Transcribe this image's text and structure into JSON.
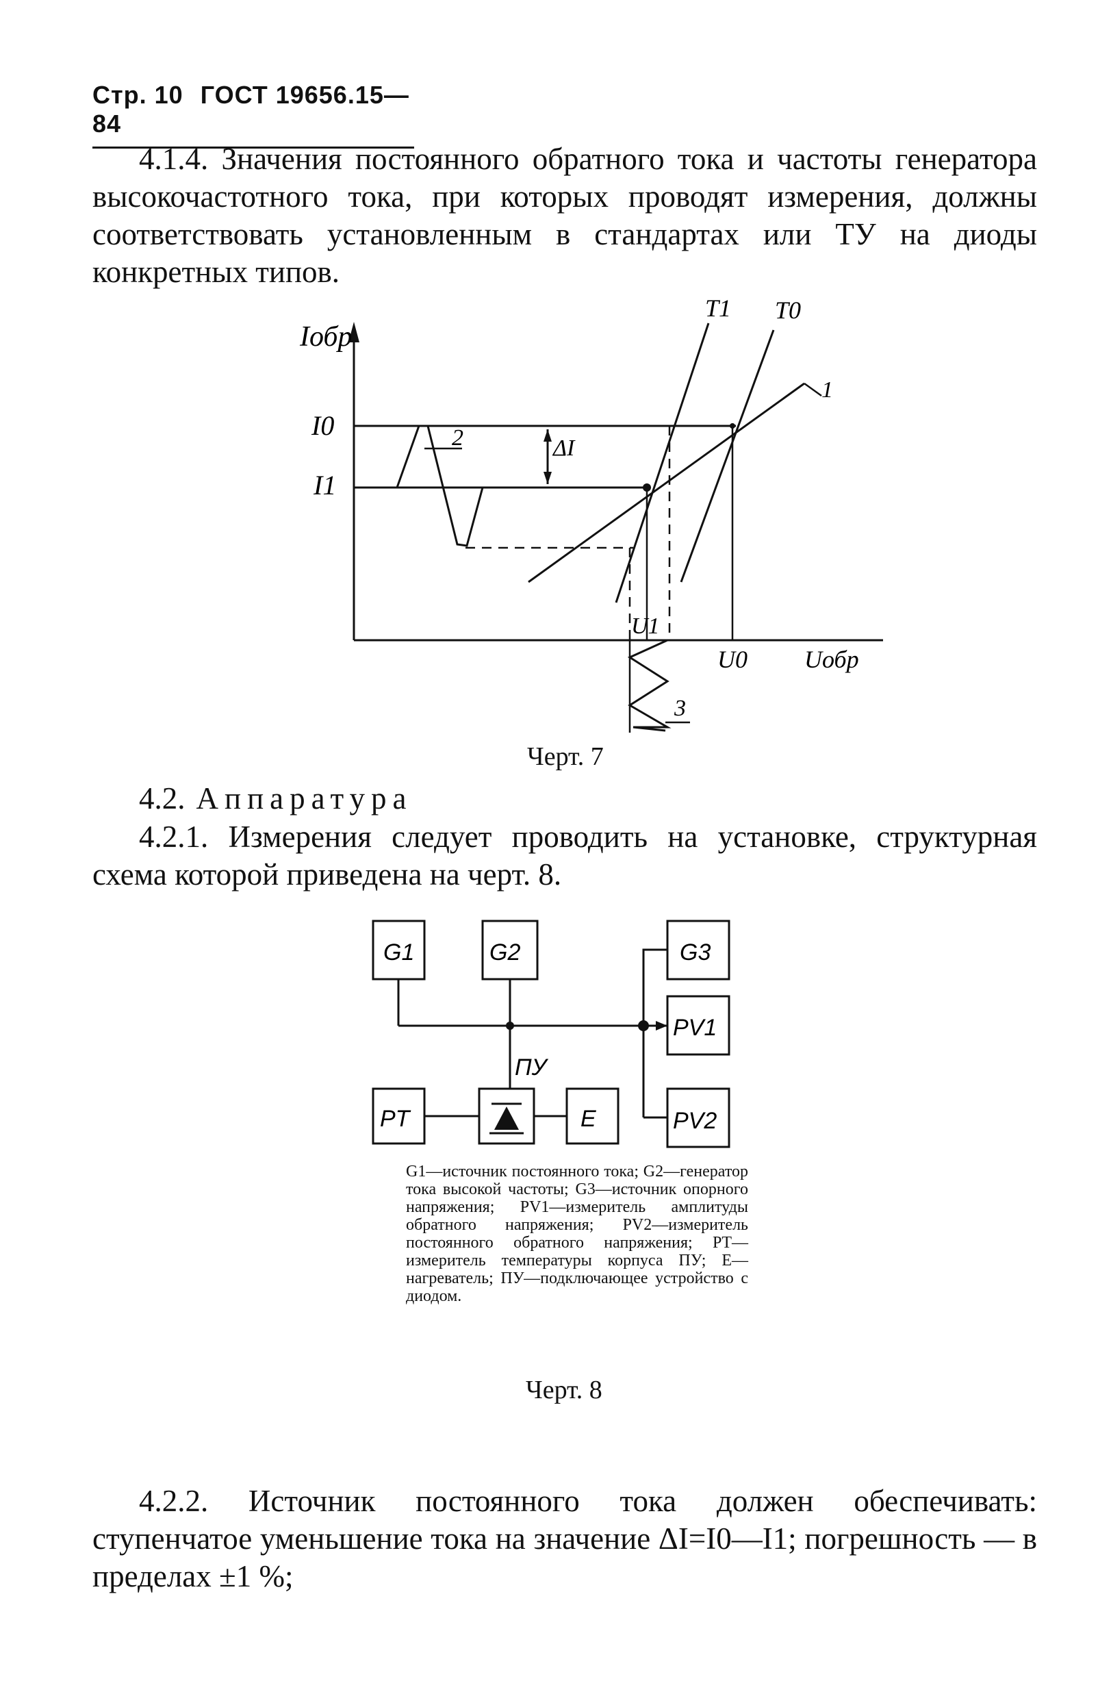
{
  "header": {
    "page": "Стр. 10",
    "standard": "ГОСТ 19656.15—84"
  },
  "para_414": "4.1.4. Значения постоянного обратного тока и частоты генератора высокочастотного тока, при которых проводят измерения, должны соответствовать установленным в стандартах или ТУ на диоды конкретных типов.",
  "figure7": {
    "caption": "Черт. 7",
    "labels": {
      "y_axis": "Iобр",
      "I0": "I0",
      "I1": "I1",
      "dI": "ΔI",
      "x_axis": "Uобр",
      "U0": "U0",
      "U1": "U1",
      "T1": "T1",
      "T0": "T0",
      "c1": "1",
      "c2": "2",
      "c3": "3"
    }
  },
  "section_42": {
    "num": "4.2.",
    "title": "Аппаратура"
  },
  "para_421": "4.2.1. Измерения следует проводить на установке, структурная схема которой приведена на черт. 8.",
  "figure8": {
    "caption": "Черт. 8",
    "blocks": {
      "g1": "G1",
      "g2": "G2",
      "g3": "G3",
      "pv1": "PV1",
      "pv2": "PV2",
      "pt": "PT",
      "e": "E",
      "pu": "ПУ"
    },
    "legend": "G1—источник постоянного тока; G2—генератор тока высокой частоты; G3—источник опорного напряжения; PV1—измеритель амплитуды обратного напряжения; PV2—измеритель постоянного обратного напряжения; PT—измеритель температуры корпуса ПУ; E—нагреватель; ПУ—подключающее устройство с диодом."
  },
  "para_422": "4.2.2. Источник постоянного тока должен обеспечивать: ступенчатое уменьшение тока на значение ΔI=I0—I1; погрешность — в пределах ±1 %;"
}
